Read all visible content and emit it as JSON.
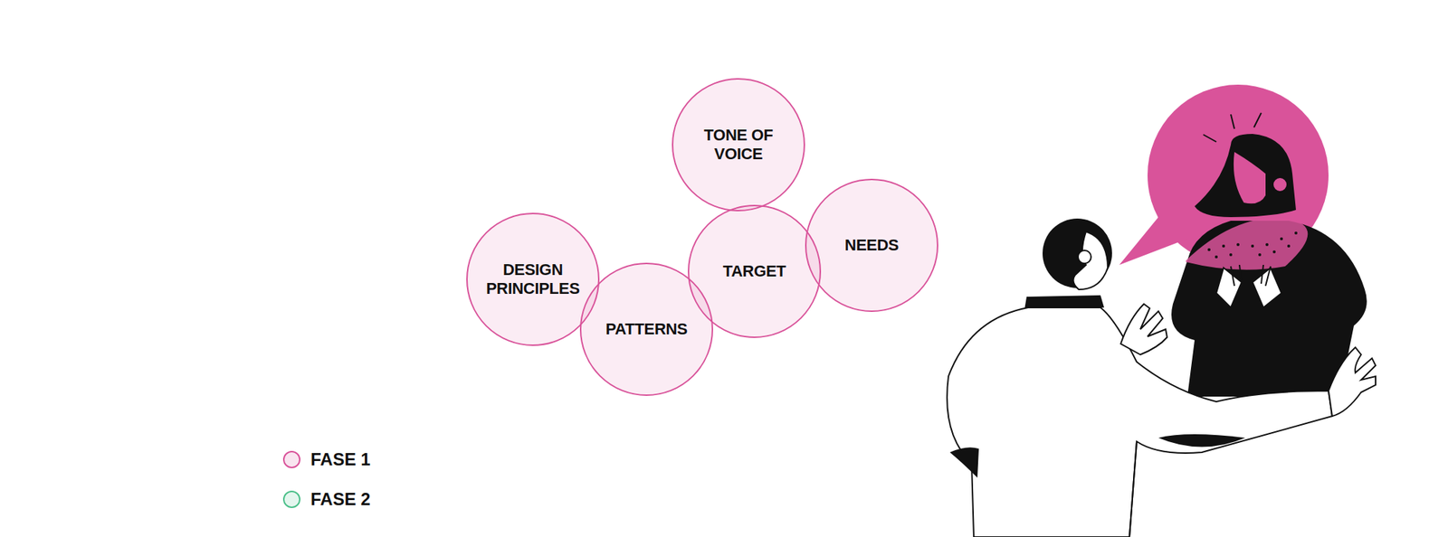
{
  "diagram": {
    "nodes": [
      {
        "text": [
          "TONE OF VOICE"
        ]
      },
      {
        "text": [
          "DESIGN PRINCIPLES"
        ]
      },
      {
        "text": [
          "TARGET"
        ]
      },
      {
        "text": [
          "NEEDS"
        ]
      },
      {
        "text": [
          "PATTERNS"
        ]
      }
    ],
    "legend": [
      {
        "text": "FASE 1",
        "color": "#d9539a"
      },
      {
        "text": "FASE 2",
        "color": "#4cc08a"
      }
    ]
  }
}
